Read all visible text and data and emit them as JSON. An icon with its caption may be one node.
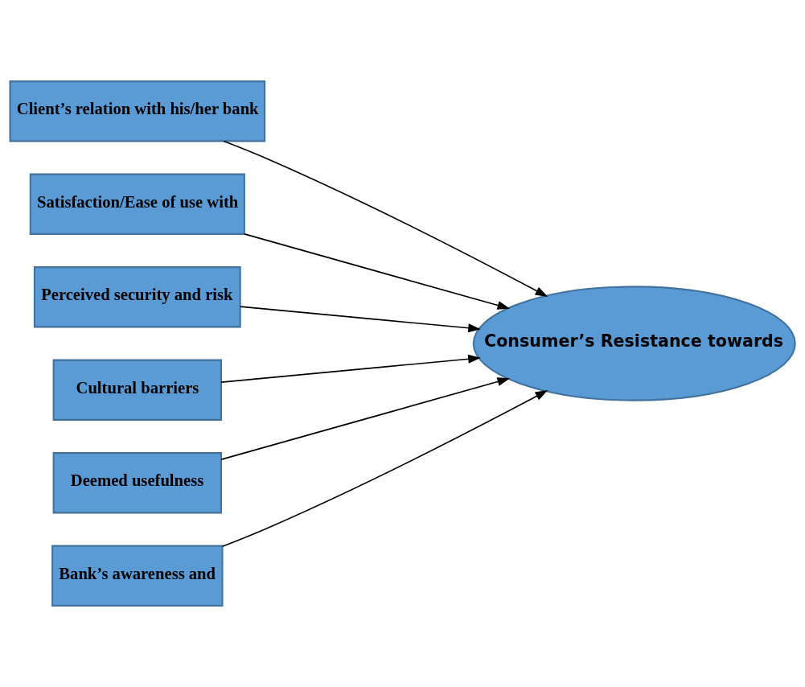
{
  "diagram": {
    "nodes": [
      {
        "text": [
          "Client’s relation with his/her bank"
        ]
      },
      {
        "text": [
          "Satisfaction/Ease of use with"
        ]
      },
      {
        "text": [
          "Perceived security and risk"
        ]
      },
      {
        "text": [
          "Cultural barriers"
        ]
      },
      {
        "text": [
          "Deemed usefulness"
        ]
      },
      {
        "text": [
          "Bank’s awareness and"
        ]
      },
      {
        "text": [
          "Consumer’s Resistance towards"
        ]
      }
    ],
    "edges": [
      {
        "from": 0,
        "to": 6,
        "arrow": "to"
      },
      {
        "from": 1,
        "to": 6,
        "arrow": "to"
      },
      {
        "from": 2,
        "to": 6,
        "arrow": "to"
      },
      {
        "from": 3,
        "to": 6,
        "arrow": "to"
      },
      {
        "from": 4,
        "to": 6,
        "arrow": "to"
      },
      {
        "from": 5,
        "to": 6,
        "arrow": "to"
      }
    ]
  }
}
